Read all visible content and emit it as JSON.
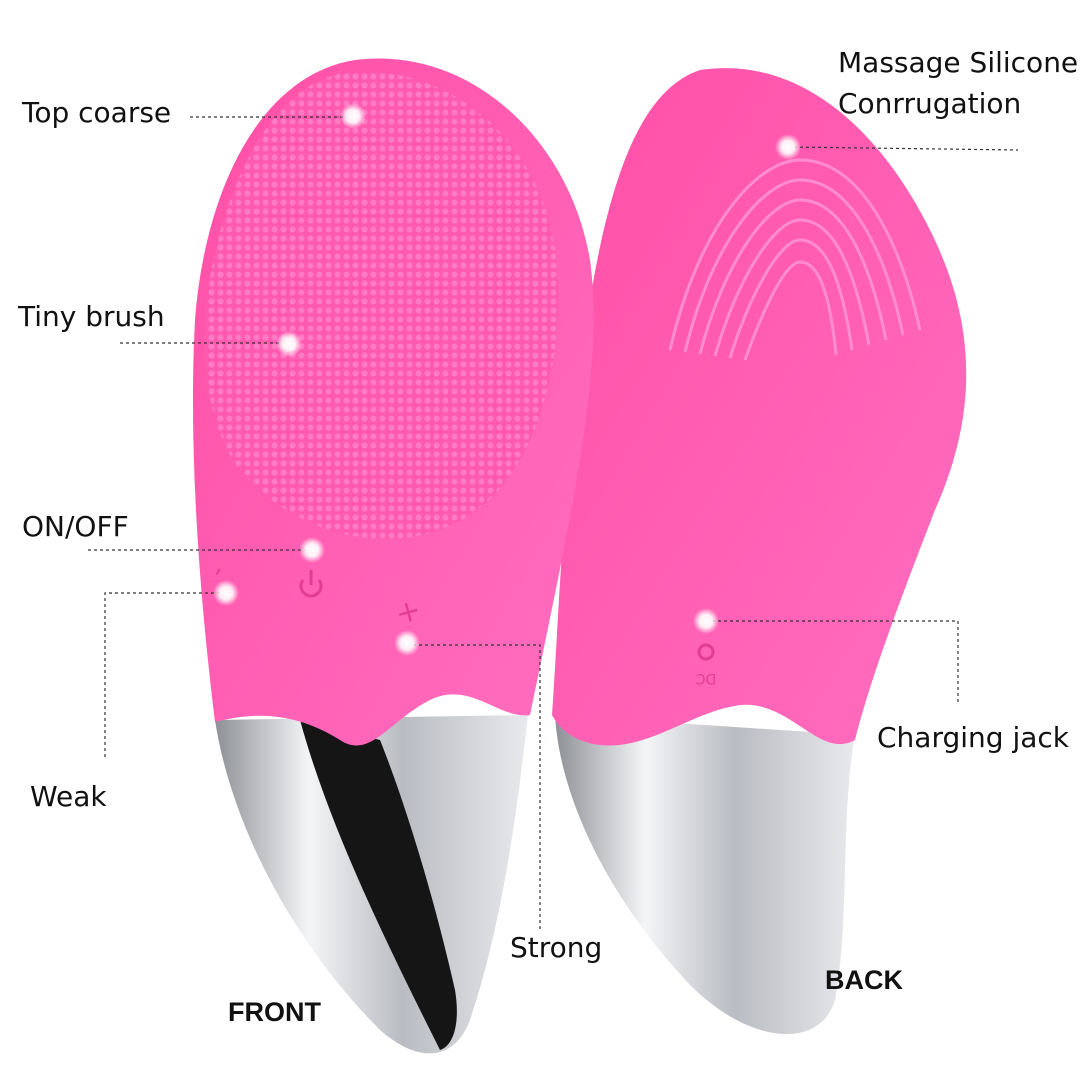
{
  "labels": {
    "top_coarse": "Top coarse",
    "tiny_brush": "Tiny brush",
    "on_off": "ON/OFF",
    "weak": "Weak",
    "strong": "Strong",
    "front": "FRONT",
    "back": "BACK",
    "massage_line1": "Massage Silicone",
    "massage_line2": "Conrrugation",
    "charging_jack": "Charging jack"
  },
  "device_marks": {
    "dc": "DC",
    "plus": "+",
    "minus": "-"
  },
  "colors": {
    "pink": "#fb4aa6",
    "pink_light": "#ff6fbd",
    "silver": "#c9ccd1",
    "dark": "#111111"
  }
}
